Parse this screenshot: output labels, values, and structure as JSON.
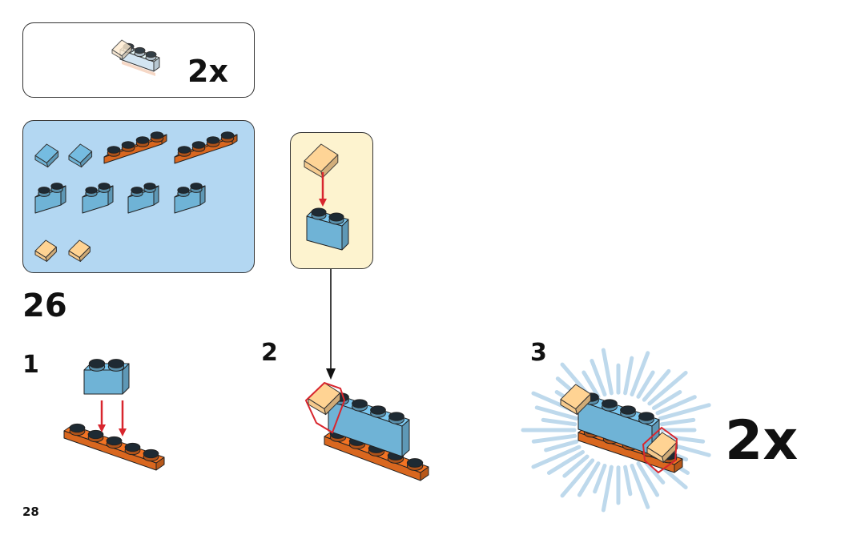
{
  "submodel": {
    "multiplier": "2x"
  },
  "step_group": {
    "number": "26"
  },
  "steps": [
    {
      "number": "1"
    },
    {
      "number": "2"
    },
    {
      "number": "3"
    }
  ],
  "assembly_multiplier": "2x",
  "page_number": "28",
  "colors": {
    "parts_bg": "#b3d7f2",
    "callout_bg": "#fdf3cf",
    "medium_azure": "#6fb3d6",
    "orange": "#d9671f",
    "trans_orange": "#f5c98c",
    "arrow_red": "#d8262e"
  }
}
